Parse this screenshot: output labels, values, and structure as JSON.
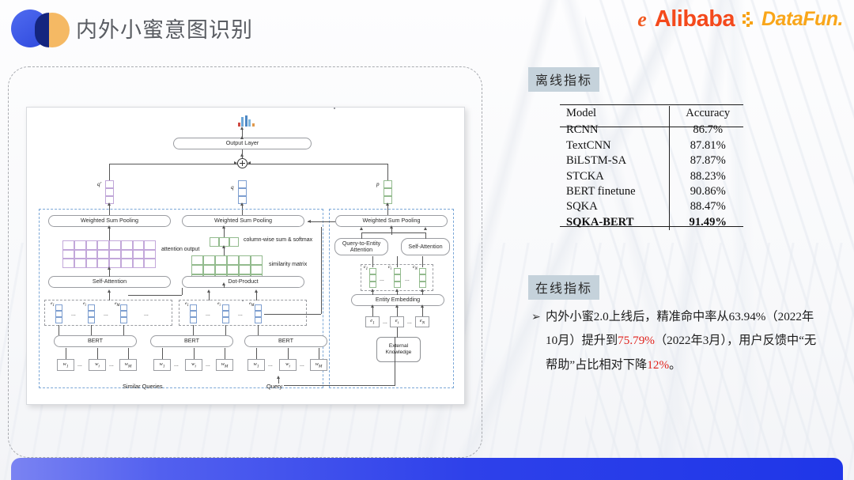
{
  "header": {
    "title": "内外小蜜意图识别",
    "logo_icon": "two-circles-logo",
    "brand_alibaba_glyph": "e",
    "brand_alibaba": "Alibaba",
    "brand_datafun": "DataFun."
  },
  "left_panel": {
    "diagram_name": "sqka-bert-architecture-diagram",
    "nodes": {
      "output_layer": "Output Layer",
      "weighted_sum_pooling": "Weighted Sum Pooling",
      "self_attention": "Self-Attention",
      "dot_product": "Dot-Product",
      "query_to_entity_attention": "Query-to-Entity Attention",
      "entity_embedding": "Entity Embedding",
      "external_knowledge": "External Knowledge",
      "bert": "BERT"
    },
    "annotations": {
      "attention_output": "attention output",
      "column_wise_sum": "column-wise sum & softmax",
      "similarity_matrix": "similarity matrix",
      "similar_queries": "Similar Queries",
      "query": "Query"
    },
    "vector_labels": {
      "q_prime": "q'",
      "q": "q",
      "p": "p",
      "e1": "e",
      "ei": "e",
      "eM": "e",
      "c1": "c",
      "ci": "c",
      "cN": "c",
      "w1": "w",
      "wi": "w",
      "wM": "w",
      "sub_1": "1",
      "sub_i": "i",
      "sub_M": "M",
      "sub_N": "N",
      "ellipsis": "..."
    },
    "chart_icon": "bar-chart-icon"
  },
  "offline": {
    "section_title": "离线指标",
    "table": {
      "columns": [
        "Model",
        "Accuracy"
      ],
      "rows": [
        {
          "model": "RCNN",
          "accuracy": "86.7%",
          "bold": false
        },
        {
          "model": "TextCNN",
          "accuracy": "87.81%",
          "bold": false
        },
        {
          "model": "BiLSTM-SA",
          "accuracy": "87.87%",
          "bold": false
        },
        {
          "model": "STCKA",
          "accuracy": "88.23%",
          "bold": false
        },
        {
          "model": "BERT finetune",
          "accuracy": "90.86%",
          "bold": false
        },
        {
          "model": "SQKA",
          "accuracy": "88.47%",
          "bold": false
        },
        {
          "model": "SQKA-BERT",
          "accuracy": "91.49%",
          "bold": true
        }
      ]
    }
  },
  "online": {
    "section_title": "在线指标",
    "bullet_marker": "➢",
    "text_part1": "内外小蜜2.0上线后，精准命中率从63.94%（2022年10月）提升到",
    "highlight1": "75.79%",
    "text_part2": "（2022年3月），用户反馈中“无帮助”占比相对下降",
    "highlight2": "12%",
    "text_part3": "。"
  },
  "colors": {
    "accent_blue": "#2e41ea",
    "brand_orange": "#f4491c",
    "brand_yellow": "#f9a61a",
    "highlight_red": "#e0221c",
    "section_bg": "#c5d2db"
  }
}
